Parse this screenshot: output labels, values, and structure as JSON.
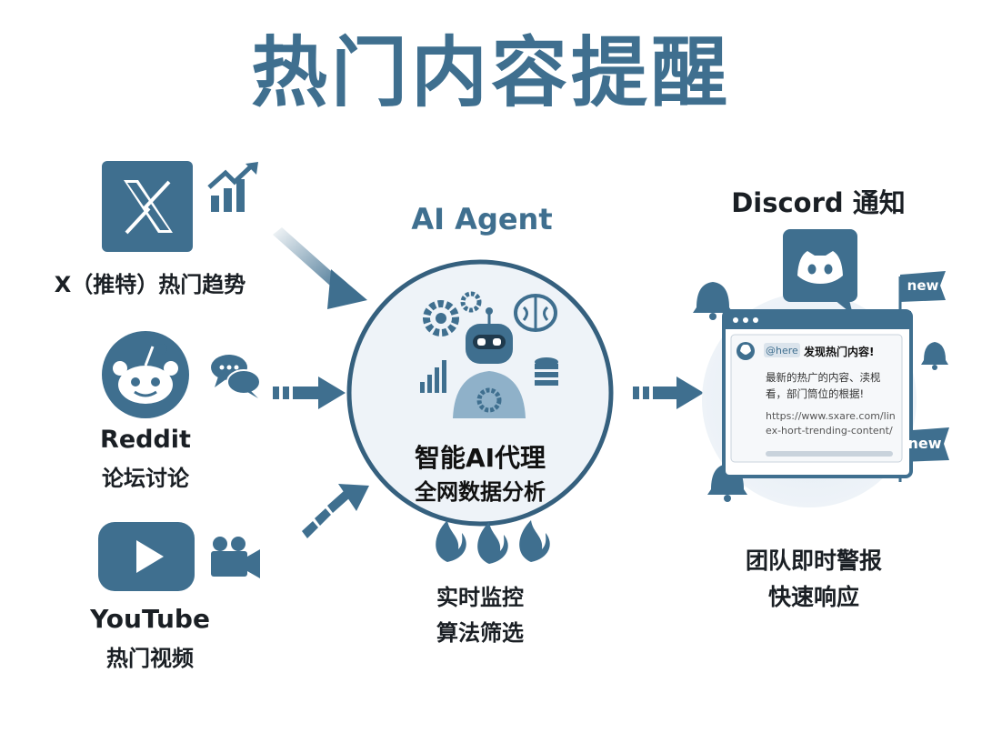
{
  "title": "热门内容提醒",
  "sources": {
    "x": {
      "label": "X（推特）热门趋势",
      "icon": "x-logo-icon"
    },
    "reddit": {
      "label_line1": "Reddit",
      "label_line2": "论坛讨论",
      "icon": "reddit-icon"
    },
    "youtube": {
      "label_line1": "YouTube",
      "label_line2": "热门视频",
      "icon": "youtube-icon"
    }
  },
  "agent": {
    "heading": "AI Agent",
    "line1": "智能AI代理",
    "line2": "全网数据分析",
    "below_line1": "实时监控",
    "below_line2": "算法筛选"
  },
  "discord": {
    "heading": "Discord 通知",
    "badge": "new",
    "message_tag": "@here",
    "message_title": "发现热门内容!",
    "message_body": "最新的热广的内容、渎枧看，部门筒位的根据!",
    "message_link": "https://www.sxare.com/linex-hort-trending-content/",
    "below_line1": "团队即时警报",
    "below_line2": "快速响应"
  },
  "colors": {
    "primary": "#3f6f8f",
    "light_bg": "#e6eef5",
    "dark_text": "#1a1f24"
  }
}
